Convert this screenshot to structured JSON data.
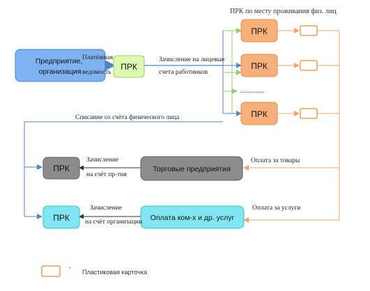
{
  "header_label": "ПРК по месту проживания физ. лиц",
  "nodes": {
    "enterprise": "Предприятие,\nорганизация",
    "prk_main": "ПРК",
    "prk_person_1": "ПРК",
    "prk_person_2": "ПРК",
    "prk_person_3": "ПРК",
    "dots": "..............",
    "prk_trade_bank": "ПРК",
    "trade": "Торговые предприятия",
    "prk_utility_bank": "ПРК",
    "utility": "Оплата ком-х и др. услуг"
  },
  "edges": {
    "payment_order": "Платёжная\nведомость",
    "salary_credit": "Зачисление на лицевые\nсчета работников",
    "withdrawal": "Списание со счёта физического лица",
    "trade_credit": "Зачисление\nна счёт пр-тия",
    "goods_payment": "Оплата за товары",
    "org_credit": "Зачисление\nна счёт организации",
    "services_payment": "Оплата за услуги"
  },
  "legend": {
    "bullet": "-",
    "label": "Пластиковая карточка"
  },
  "colors": {
    "blue": "#7fb2f0",
    "green": "#dcfbb0",
    "orange": "#f7b07a",
    "gray": "#8c8c8c",
    "cyan": "#7fe6f2",
    "card_border": "#f39a4e",
    "arrow_blue": "#4f86c6",
    "arrow_orange": "#f0a56a",
    "arrow_green": "#8fcf6a"
  }
}
